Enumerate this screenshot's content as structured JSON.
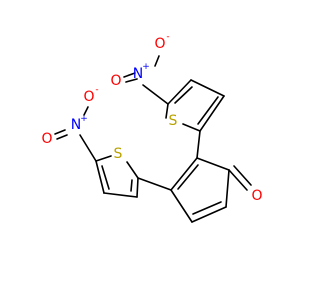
{
  "colors": {
    "bond": "#000000",
    "carbon": "#000000",
    "oxygen": "#ff0000",
    "nitrogen": "#0000ff",
    "sulfur": "#b8a200",
    "background": "#ffffff"
  },
  "atoms": {
    "o_ketone": "O",
    "s_upper": "S",
    "s_lower": "S",
    "n_upper": "N",
    "n_lower": "N",
    "n_upper_plus": "+",
    "n_lower_plus": "+",
    "o_upper_minus": "O",
    "o_upper_minus_charge": "-",
    "o_lower_minus": "O",
    "o_lower_minus_charge": "-",
    "o_upper_double": "O",
    "o_lower_double": "O"
  }
}
